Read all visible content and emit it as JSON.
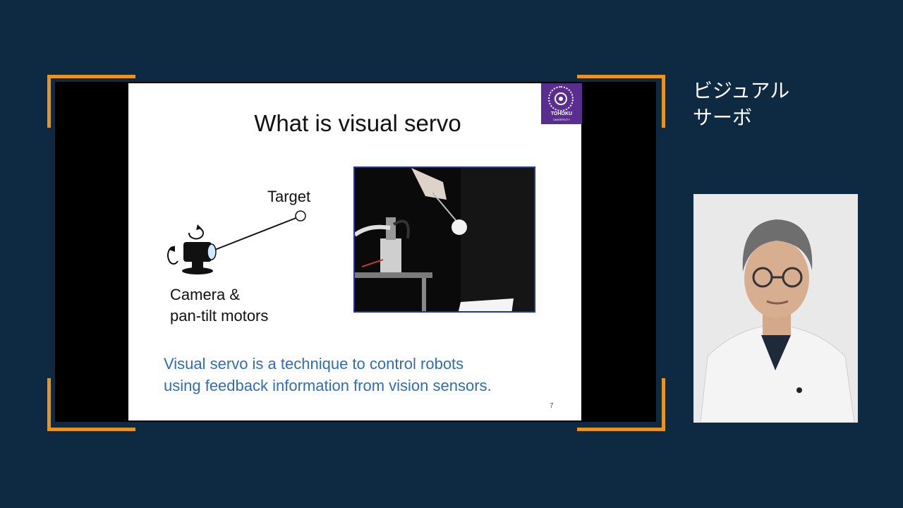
{
  "slide": {
    "title": "What is visual servo",
    "diagram": {
      "target_label": "Target",
      "camera_label_line1": "Camera &",
      "camera_label_line2": "pan-tilt motors"
    },
    "caption_line1": "Visual servo is a technique to control robots",
    "caption_line2": "using feedback information from vision sensors.",
    "page_number": "7",
    "logo": {
      "name": "TOHOKU",
      "sub": "UNIVERSITY"
    }
  },
  "side_title": {
    "line1": "ビジュアル",
    "line2": "サーボ"
  },
  "colors": {
    "background": "#0e2a42",
    "frame_accent": "#e8941e",
    "caption_blue": "#2f6db5",
    "logo_purple": "#5a2d91"
  }
}
